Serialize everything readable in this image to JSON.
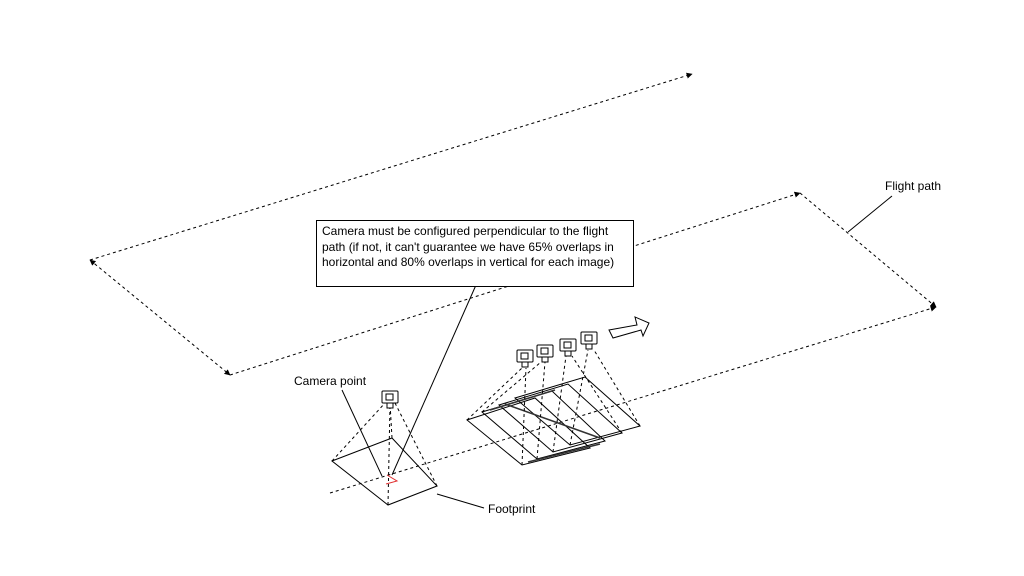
{
  "labels": {
    "flight_path": "Flight path",
    "camera_point": "Camera point",
    "footprint": "Footprint"
  },
  "note": {
    "text": "Camera must be configured perpendicular to the flight path (if not, it can't guarantee we have 65% overlaps in horizontal and 80% overlaps in vertical for each image)"
  },
  "colors": {
    "line": "#000000",
    "camera_point_marker": "#e03030",
    "arrow_fill": "#ffffff"
  },
  "icons": {
    "camera": "camera-icon",
    "direction": "right-arrow-icon"
  }
}
